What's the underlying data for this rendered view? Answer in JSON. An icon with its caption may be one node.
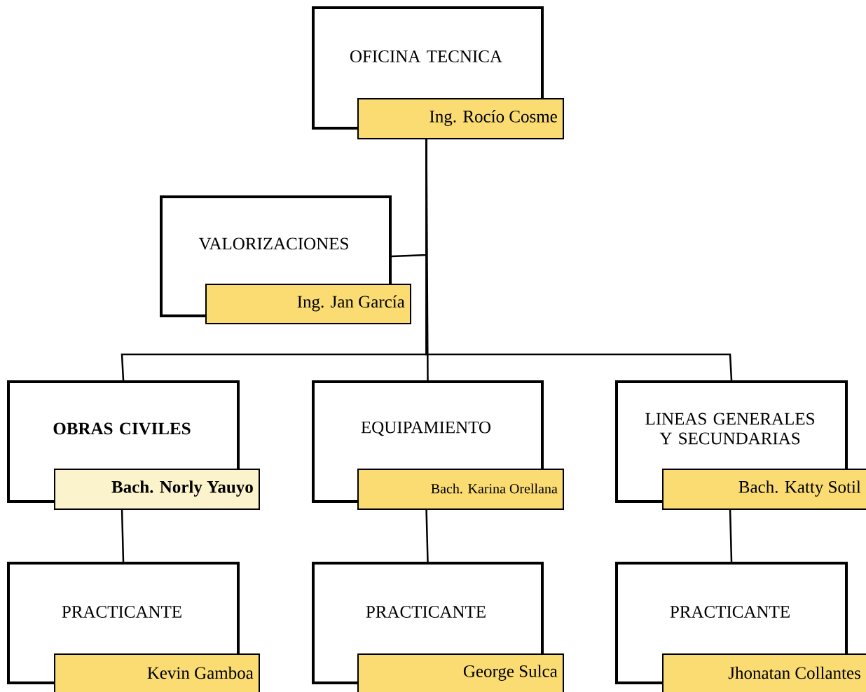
{
  "diagram": {
    "nodes": [
      {
        "text": [
          "OFICINA TECNICA",
          "Ing. Rocío Cosme"
        ]
      },
      {
        "text": [
          "VALORIZACIONES",
          "Ing. Jan García"
        ]
      },
      {
        "text": [
          "OBRAS CIVILES",
          "Bach. Norly Yauyo"
        ]
      },
      {
        "text": [
          "EQUIPAMIENTO",
          "Bach. Karina Orellana"
        ]
      },
      {
        "text": [
          "LINEAS GENERALES Y SECUNDARIAS",
          "Bach. Katty Sotil"
        ]
      },
      {
        "text": [
          "PRACTICANTE",
          "Kevin Gamboa"
        ]
      },
      {
        "text": [
          "PRACTICANTE",
          "George Sulca"
        ]
      },
      {
        "text": [
          "PRACTICANTE",
          "Jhonatan Collantes"
        ]
      }
    ],
    "edges": [
      {
        "from": 0,
        "to": 1,
        "arrow": "none"
      },
      {
        "from": 0,
        "to": 2,
        "arrow": "none"
      },
      {
        "from": 0,
        "to": 3,
        "arrow": "none"
      },
      {
        "from": 0,
        "to": 4,
        "arrow": "none"
      },
      {
        "from": 2,
        "to": 5,
        "arrow": "none"
      },
      {
        "from": 3,
        "to": 6,
        "arrow": "none"
      },
      {
        "from": 4,
        "to": 7,
        "arrow": "none"
      }
    ]
  }
}
